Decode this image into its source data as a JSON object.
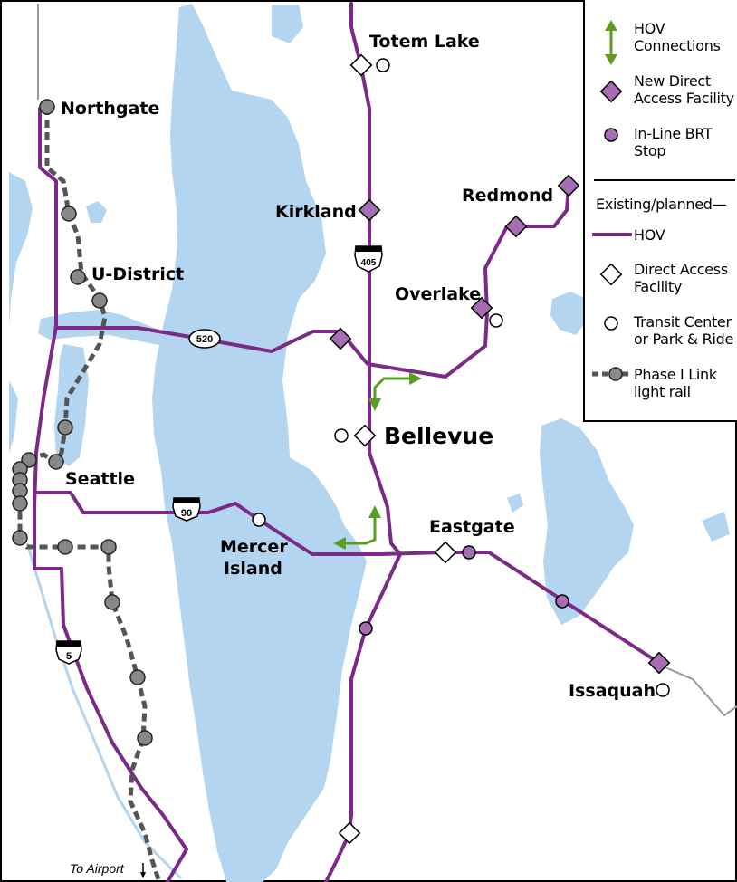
{
  "places": {
    "totem_lake": "Totem Lake",
    "northgate": "Northgate",
    "kirkland": "Kirkland",
    "redmond": "Redmond",
    "u_district": "U-District",
    "overlake": "Overlake",
    "bellevue": "Bellevue",
    "seattle": "Seattle",
    "eastgate": "Eastgate",
    "mercer_island_1": "Mercer",
    "mercer_island_2": "Island",
    "issaquah": "Issaquah"
  },
  "highways": {
    "i405": "405",
    "sr520": "520",
    "i90": "90",
    "i5": "5"
  },
  "airport_label": "To Airport",
  "legend": {
    "hov_connections": "HOV\nConnections",
    "new_direct_access": "New Direct\nAccess Facility",
    "inline_brt": "In-Line BRT\nStop",
    "existing_planned": "Existing/planned—",
    "hov": "HOV",
    "direct_access": "Direct Access\nFacility",
    "transit_center": "Transit Center\nor Park & Ride",
    "link_rail": "Phase I Link\nlight rail"
  },
  "colors": {
    "water": "#b3d5ef",
    "hov_route": "#7b2a88",
    "new_direct_access_fill": "#a76db3",
    "hov_connection_arrow": "#5d9c22",
    "link_rail": "#555555",
    "link_station": "#888888"
  }
}
